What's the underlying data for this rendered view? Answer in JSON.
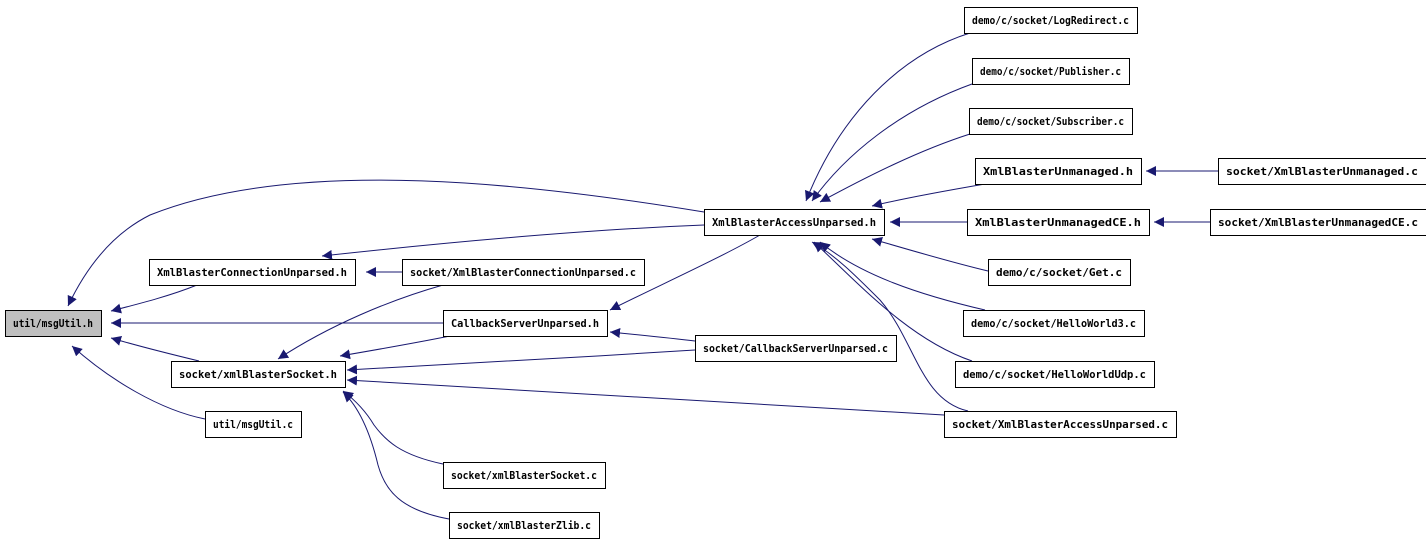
{
  "diagram": {
    "colors": {
      "edge": "#191970",
      "node_border": "#000000",
      "root_fill": "#bfbfbf",
      "node_fill": "#ffffff"
    },
    "nodes": [
      {
        "id": "msgutil-h",
        "label": "util/msgUtil.h",
        "root": true
      },
      {
        "id": "xbcu-h",
        "label": "XmlBlasterConnectionUnparsed.h"
      },
      {
        "id": "xbcu-c",
        "label": "socket/XmlBlasterConnectionUnparsed.c"
      },
      {
        "id": "csu-h",
        "label": "CallbackServerUnparsed.h"
      },
      {
        "id": "xbs-h",
        "label": "socket/xmlBlasterSocket.h"
      },
      {
        "id": "msgutil-c",
        "label": "util/msgUtil.c"
      },
      {
        "id": "xbau-h",
        "label": "XmlBlasterAccessUnparsed.h"
      },
      {
        "id": "csu-c",
        "label": "socket/CallbackServerUnparsed.c"
      },
      {
        "id": "xbs-c",
        "label": "socket/xmlBlasterSocket.c"
      },
      {
        "id": "xbz-c",
        "label": "socket/xmlBlasterZlib.c"
      },
      {
        "id": "logredirect-c",
        "label": "demo/c/socket/LogRedirect.c"
      },
      {
        "id": "publisher-c",
        "label": "demo/c/socket/Publisher.c"
      },
      {
        "id": "subscriber-c",
        "label": "demo/c/socket/Subscriber.c"
      },
      {
        "id": "xbum-h",
        "label": "XmlBlasterUnmanaged.h"
      },
      {
        "id": "xbumce-h",
        "label": "XmlBlasterUnmanagedCE.h"
      },
      {
        "id": "get-c",
        "label": "demo/c/socket/Get.c"
      },
      {
        "id": "helloworld3-c",
        "label": "demo/c/socket/HelloWorld3.c"
      },
      {
        "id": "helloworldudp-c",
        "label": "demo/c/socket/HelloWorldUdp.c"
      },
      {
        "id": "xbau-c",
        "label": "socket/XmlBlasterAccessUnparsed.c"
      },
      {
        "id": "xbum-c",
        "label": "socket/XmlBlasterUnmanaged.c"
      },
      {
        "id": "xbumce-c",
        "label": "socket/XmlBlasterUnmanagedCE.c"
      }
    ],
    "edges": [
      {
        "from": "xbcu-h",
        "to": "msgutil-h"
      },
      {
        "from": "csu-h",
        "to": "msgutil-h"
      },
      {
        "from": "xbs-h",
        "to": "msgutil-h"
      },
      {
        "from": "msgutil-c",
        "to": "msgutil-h"
      },
      {
        "from": "xbau-h",
        "to": "msgutil-h"
      },
      {
        "from": "xbau-h",
        "to": "xbcu-h"
      },
      {
        "from": "xbcu-c",
        "to": "xbcu-h"
      },
      {
        "from": "xbau-h",
        "to": "csu-h"
      },
      {
        "from": "csu-c",
        "to": "csu-h"
      },
      {
        "from": "xbcu-c",
        "to": "xbs-h"
      },
      {
        "from": "csu-h",
        "to": "xbs-h"
      },
      {
        "from": "csu-c",
        "to": "xbs-h"
      },
      {
        "from": "xbau-c",
        "to": "xbs-h"
      },
      {
        "from": "xbs-c",
        "to": "xbs-h"
      },
      {
        "from": "xbz-c",
        "to": "xbs-h"
      },
      {
        "from": "logredirect-c",
        "to": "xbau-h"
      },
      {
        "from": "publisher-c",
        "to": "xbau-h"
      },
      {
        "from": "subscriber-c",
        "to": "xbau-h"
      },
      {
        "from": "xbum-h",
        "to": "xbau-h"
      },
      {
        "from": "xbumce-h",
        "to": "xbau-h"
      },
      {
        "from": "get-c",
        "to": "xbau-h"
      },
      {
        "from": "helloworld3-c",
        "to": "xbau-h"
      },
      {
        "from": "helloworldudp-c",
        "to": "xbau-h"
      },
      {
        "from": "xbau-c",
        "to": "xbau-h"
      },
      {
        "from": "xbum-c",
        "to": "xbum-h"
      },
      {
        "from": "xbumce-c",
        "to": "xbumce-h"
      }
    ]
  }
}
